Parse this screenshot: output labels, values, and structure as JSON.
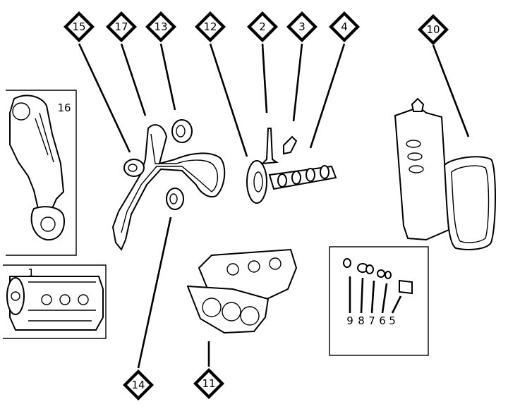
{
  "diagram": {
    "callouts": [
      {
        "id": "15",
        "label": "15"
      },
      {
        "id": "17",
        "label": "17"
      },
      {
        "id": "13",
        "label": "13"
      },
      {
        "id": "12",
        "label": "12"
      },
      {
        "id": "2",
        "label": "2"
      },
      {
        "id": "3",
        "label": "3"
      },
      {
        "id": "4",
        "label": "4"
      },
      {
        "id": "10",
        "label": "10"
      },
      {
        "id": "14",
        "label": "14"
      },
      {
        "id": "11",
        "label": "11"
      }
    ],
    "inset_labels": {
      "timing_cover": "16",
      "cylinder_head": "1",
      "valve_parts": [
        "9",
        "8",
        "7",
        "6",
        "5"
      ]
    }
  }
}
